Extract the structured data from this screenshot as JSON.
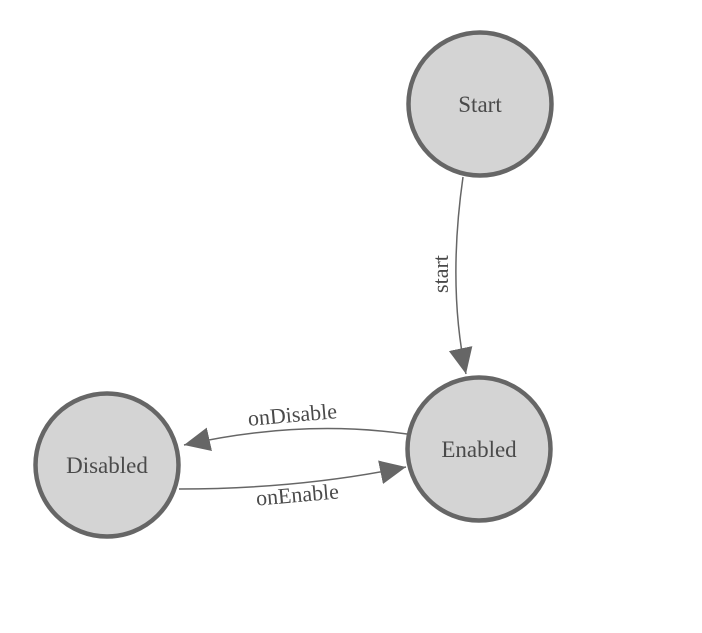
{
  "diagram": {
    "type": "state-machine",
    "colors": {
      "background": "#ffffff",
      "node_fill": "#d4d4d4",
      "stroke": "#666666",
      "text": "#4a4a4a"
    },
    "nodes": [
      {
        "id": "start",
        "label": "Start"
      },
      {
        "id": "enabled",
        "label": "Enabled"
      },
      {
        "id": "disabled",
        "label": "Disabled"
      }
    ],
    "edges": [
      {
        "id": "start-to-enabled",
        "from": "Start",
        "to": "Enabled",
        "label": "start"
      },
      {
        "id": "enabled-to-disabled",
        "from": "Enabled",
        "to": "Disabled",
        "label": "onDisable"
      },
      {
        "id": "disabled-to-enabled",
        "from": "Disabled",
        "to": "Enabled",
        "label": "onEnable"
      }
    ]
  }
}
